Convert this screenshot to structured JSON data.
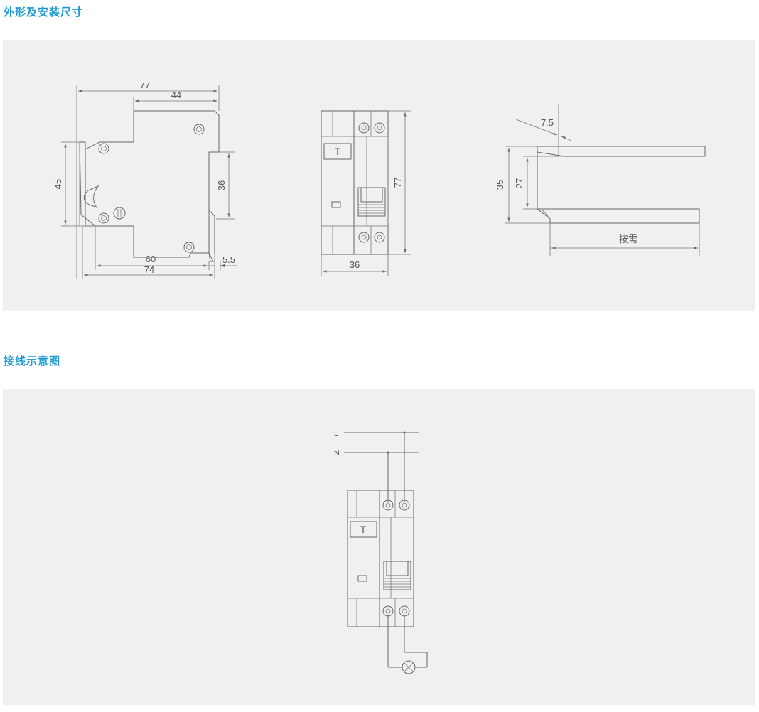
{
  "sections": {
    "dimensions_title": "外形及安装尺寸",
    "wiring_title": "接线示意图"
  },
  "side_view": {
    "dim_77": "77",
    "dim_44": "44",
    "dim_45": "45",
    "dim_36": "36",
    "dim_60": "60",
    "dim_74": "74",
    "dim_5_5": "5.5"
  },
  "front_view": {
    "dim_77": "77",
    "dim_36": "36",
    "test_button": "T"
  },
  "rail_view": {
    "dim_7_5": "7.5",
    "dim_35": "35",
    "dim_27": "27",
    "length_label": "按需"
  },
  "wiring": {
    "line_label": "L",
    "neutral_label": "N",
    "test_button": "T"
  },
  "colors": {
    "title": "#1c9ad6",
    "panel": "#f0f0f0",
    "line": "#666666"
  }
}
